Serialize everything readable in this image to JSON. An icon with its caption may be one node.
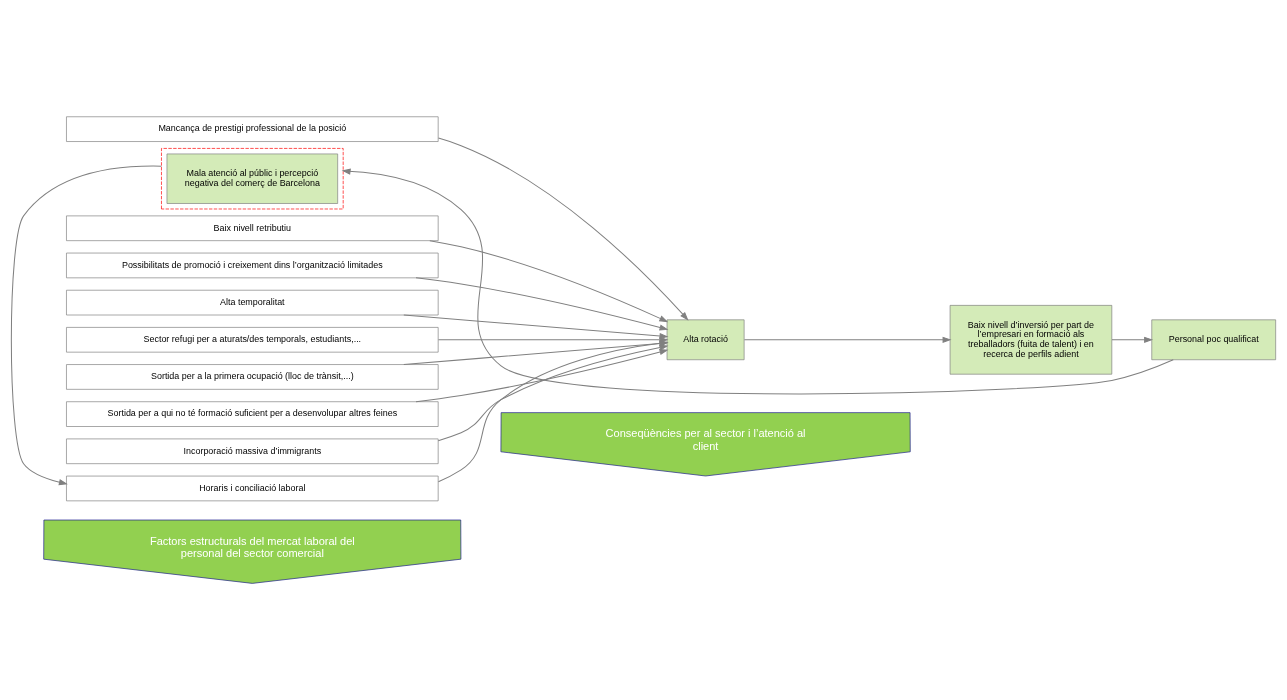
{
  "diagram": {
    "nodes": [
      {
        "text": [
          "Factors estructurals del mercat laboral del personal del sector comercial"
        ]
      },
      {
        "text": [
          "Conseqüències per al sector i l’atenció al client"
        ]
      },
      {
        "text": [
          "Mancança de prestigi professional de la posició"
        ]
      },
      {
        "text": [
          "Baix nivell retributiu"
        ]
      },
      {
        "text": [
          "Possibilitats de promoció i creixement dins l’organització limitades"
        ]
      },
      {
        "text": [
          "Alta temporalitat"
        ]
      },
      {
        "text": [
          "Sector refugi per a aturats/des temporals, estudiants,..."
        ]
      },
      {
        "text": [
          "Sortida per a la primera ocupació (lloc de trànsit,...)"
        ]
      },
      {
        "text": [
          "Sortida per a qui no té formació suficient per a desenvolupar altres feines"
        ]
      },
      {
        "text": [
          "Incorporació massiva d’immigrants"
        ]
      },
      {
        "text": [
          "Horaris i conciliació laboral"
        ]
      },
      {
        "text": [
          "Alta rotació"
        ]
      },
      {
        "text": [
          "Baix nivell d’inversió per part de l’empresari en formació als treballadors (fuita de talent) i en recerca de perfils adient"
        ]
      },
      {
        "text": [],
        "shape": "box"
      },
      {
        "text": [
          "Mala atenció al públic i percepció negativa del comerç de Barcelona"
        ],
        "in": 13
      },
      {
        "text": [
          "Personal poc qualificat"
        ]
      }
    ],
    "edges": [
      {
        "from": 2,
        "to": 11,
        "arrow": "to"
      },
      {
        "from": 3,
        "to": 11,
        "arrow": "to"
      },
      {
        "from": 4,
        "to": 11,
        "arrow": "to"
      },
      {
        "from": 5,
        "to": 11,
        "arrow": "to"
      },
      {
        "from": 6,
        "to": 11,
        "arrow": "to"
      },
      {
        "from": 7,
        "to": 11,
        "arrow": "to"
      },
      {
        "from": 8,
        "to": 11,
        "arrow": "to"
      },
      {
        "from": 9,
        "to": 11,
        "arrow": "to"
      },
      {
        "from": 10,
        "to": 11,
        "arrow": "to"
      },
      {
        "from": 11,
        "to": 12,
        "arrow": "to"
      },
      {
        "from": 12,
        "to": 15,
        "arrow": "to"
      },
      {
        "from": 15,
        "to": 13,
        "arrow": "to"
      },
      {
        "from": 13,
        "to": 10,
        "arrow": "to"
      }
    ]
  }
}
